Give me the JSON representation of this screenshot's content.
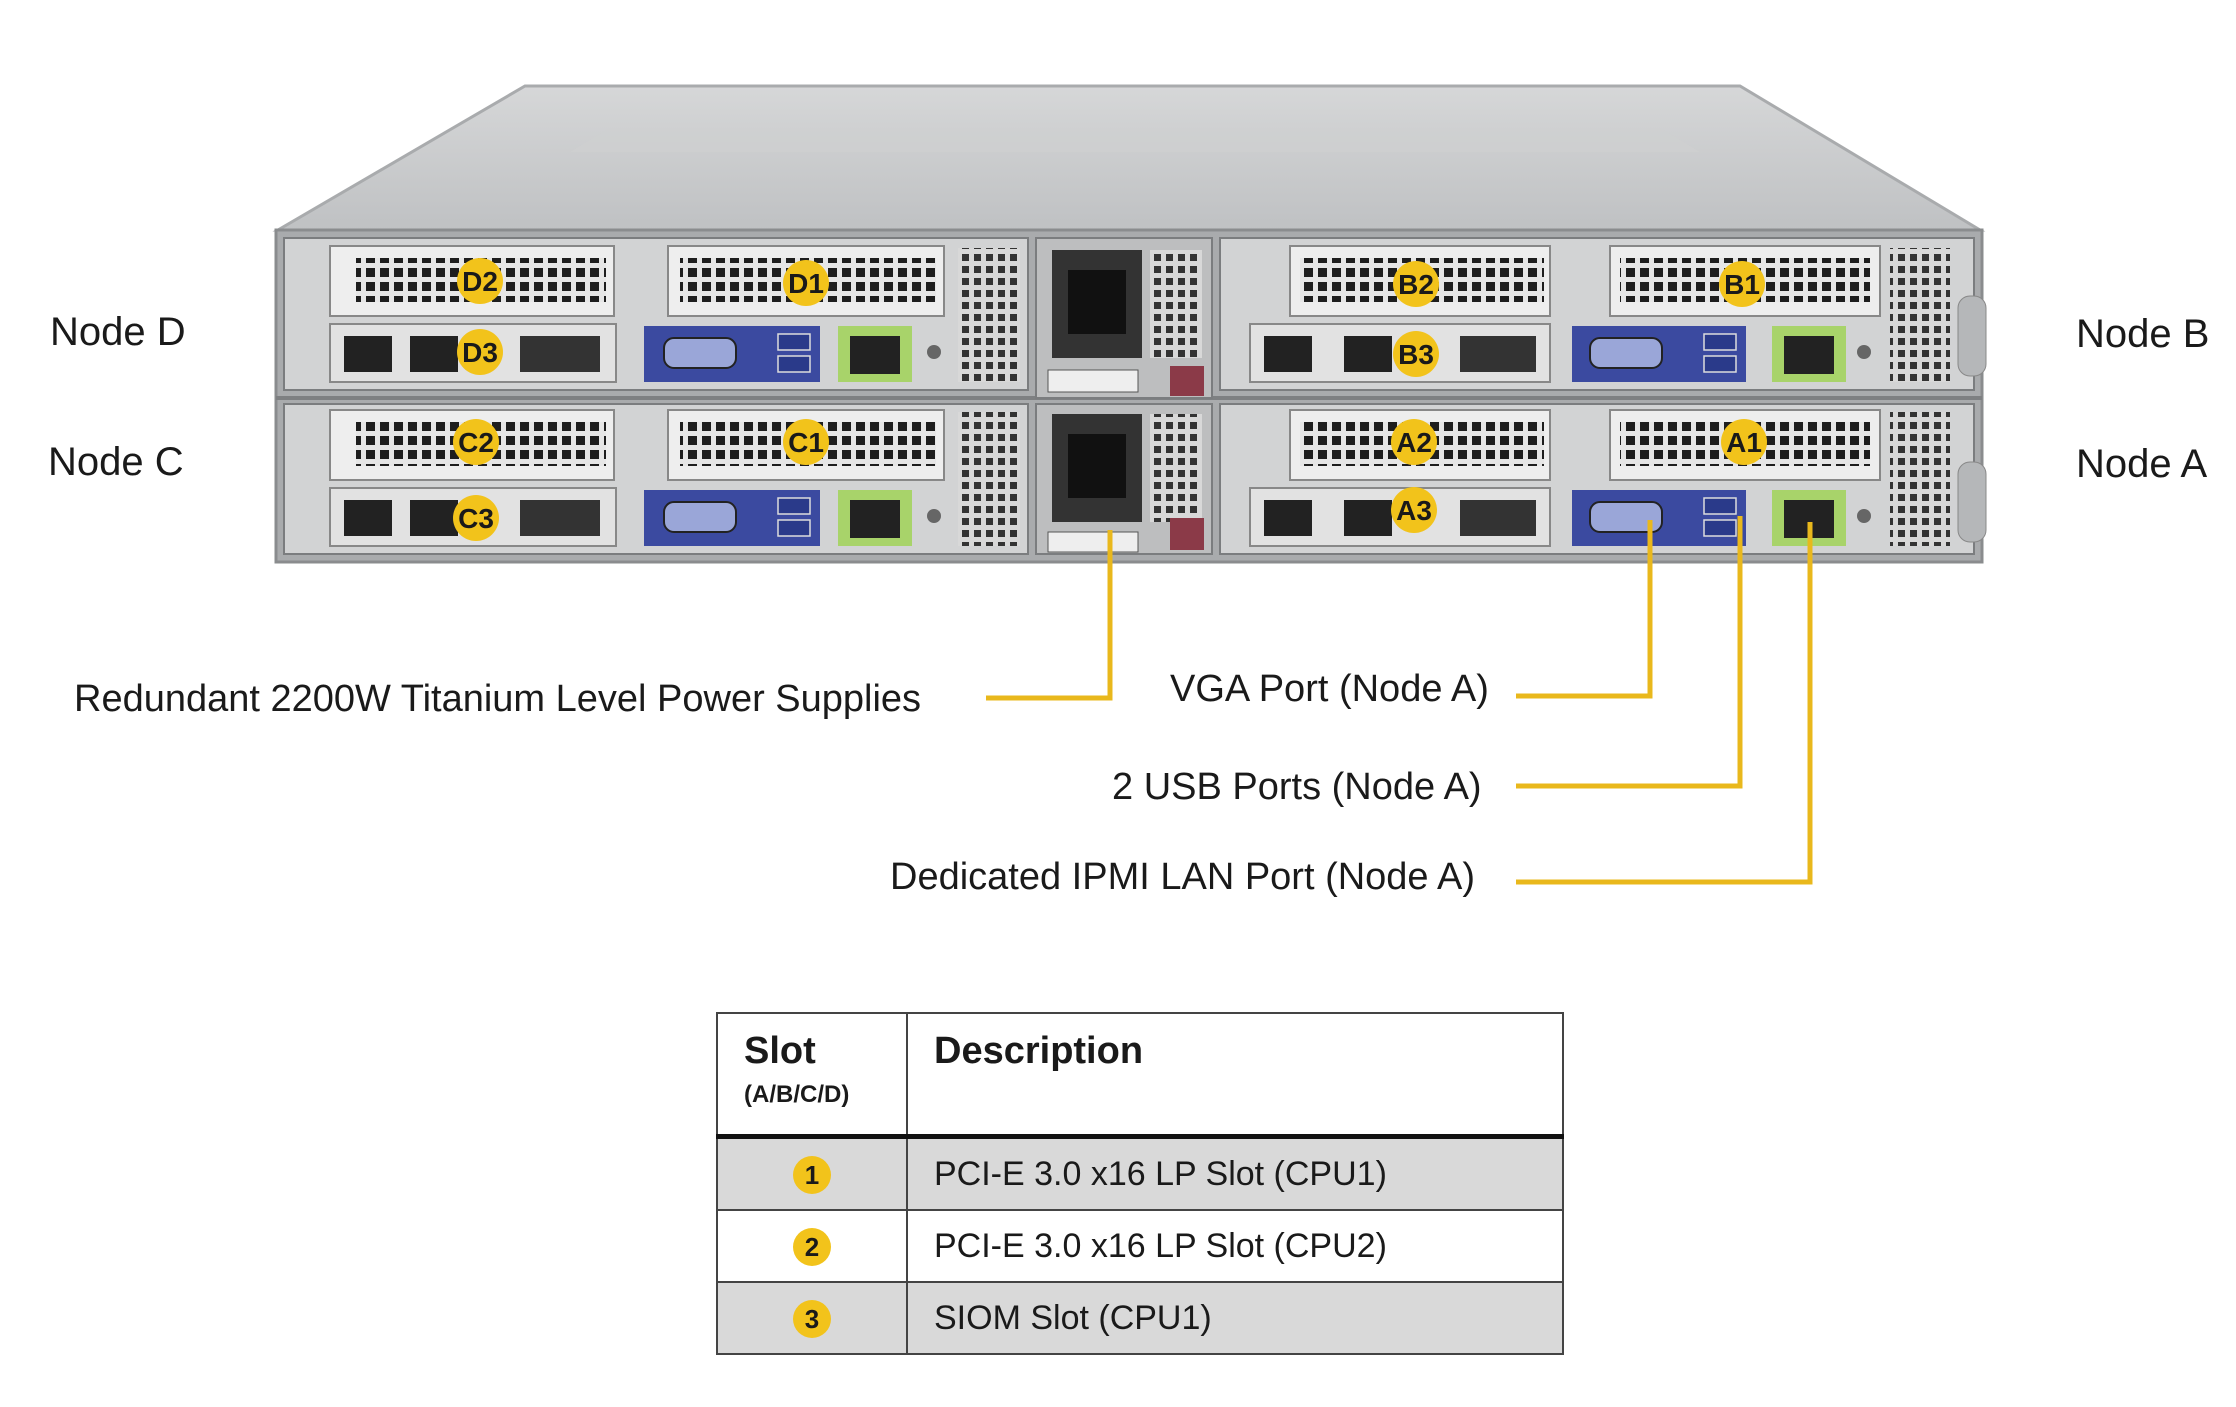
{
  "nodes": {
    "node_d": "Node D",
    "node_c": "Node C",
    "node_b": "Node B",
    "node_a": "Node A"
  },
  "slot_badges": [
    "D2",
    "D1",
    "D3",
    "C2",
    "C1",
    "C3",
    "B2",
    "B1",
    "B3",
    "A2",
    "A1",
    "A3"
  ],
  "callouts": {
    "power": "Redundant  2200W Titanium  Level  Power Supplies",
    "vga": "VGA Port (Node A)",
    "usb": "2 USB Ports (Node A)",
    "ipmi": "Dedicated IPMI  LAN Port (Node A)"
  },
  "table": {
    "header_slot": "Slot",
    "header_slot_sub": "(A/B/C/D)",
    "header_desc": "Description",
    "rows": [
      {
        "num": "1",
        "desc": "PCI-E 3.0 x16 LP Slot (CPU1)"
      },
      {
        "num": "2",
        "desc": "PCI-E 3.0 x16 LP Slot (CPU2)"
      },
      {
        "num": "3",
        "desc": "SIOM Slot (CPU1)"
      }
    ]
  },
  "colors": {
    "callout_line": "#e9b81c",
    "badge": "#f2c31b",
    "vga_panel": "#3b4aa0",
    "lan_port": "#a8d36a",
    "chassis_gray": "#c9cbcd"
  }
}
